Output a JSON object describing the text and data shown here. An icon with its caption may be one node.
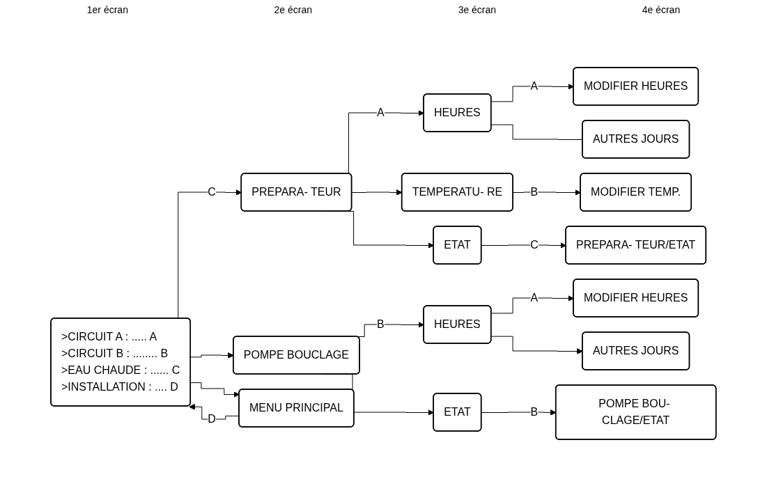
{
  "diagram": {
    "nodes": [
      {
        "text": [
          ">CIRCUIT A : ..... A",
          ">CIRCUIT B : ........ B",
          ">EAU CHAUDE : ...... C",
          ">INSTALLATION : .... D"
        ]
      },
      {
        "text": [
          "PREPARA- TEUR"
        ]
      },
      {
        "text": [
          "HEURES"
        ]
      },
      {
        "text": [
          "MODIFIER HEURES"
        ]
      },
      {
        "text": [
          "AUTRES JOURS"
        ]
      },
      {
        "text": [
          "TEMPERATU- RE"
        ]
      },
      {
        "text": [
          "MODIFIER TEMP."
        ]
      },
      {
        "text": [
          "ETAT"
        ]
      },
      {
        "text": [
          "PREPARA- TEUR/ETAT"
        ]
      },
      {
        "text": [
          "POMPE BOUCLAGE"
        ]
      },
      {
        "text": [
          "HEURES"
        ]
      },
      {
        "text": [
          "MODIFIER HEURES"
        ]
      },
      {
        "text": [
          "AUTRES JOURS"
        ]
      },
      {
        "text": [
          "ETAT"
        ]
      },
      {
        "text": [
          "POMPE BOU- CLAGE/ETAT"
        ]
      },
      {
        "text": [
          "MENU PRINCIPAL"
        ]
      }
    ],
    "edges": [
      {
        "from": 0,
        "to": 1,
        "arrow": "to",
        "label": "C"
      },
      {
        "from": 0,
        "to": 9,
        "arrow": "to"
      },
      {
        "from": 0,
        "to": 15,
        "arrow": "to"
      },
      {
        "from": 1,
        "to": 2,
        "arrow": "to",
        "label": "A"
      },
      {
        "from": 1,
        "to": 5,
        "arrow": "to"
      },
      {
        "from": 1,
        "to": 7,
        "arrow": "to"
      },
      {
        "from": 2,
        "to": 3,
        "arrow": "to",
        "label": "A"
      },
      {
        "from": 2,
        "to": 4,
        "arrow": "none"
      },
      {
        "from": 5,
        "to": 6,
        "arrow": "to",
        "label": "B"
      },
      {
        "from": 7,
        "to": 8,
        "arrow": "to",
        "label": "C"
      },
      {
        "from": 9,
        "to": 10,
        "arrow": "to",
        "label": "B"
      },
      {
        "from": 9,
        "to": 13,
        "arrow": "to"
      },
      {
        "from": 10,
        "to": 11,
        "arrow": "to",
        "label": "A"
      },
      {
        "from": 10,
        "to": 12,
        "arrow": "to"
      },
      {
        "from": 13,
        "to": 14,
        "arrow": "to",
        "label": "B"
      },
      {
        "from": 15,
        "to": 0,
        "arrow": "to",
        "label": "D"
      }
    ],
    "labels": [
      "1er écran",
      "2e écran",
      "3e écran",
      "4e écran"
    ]
  }
}
